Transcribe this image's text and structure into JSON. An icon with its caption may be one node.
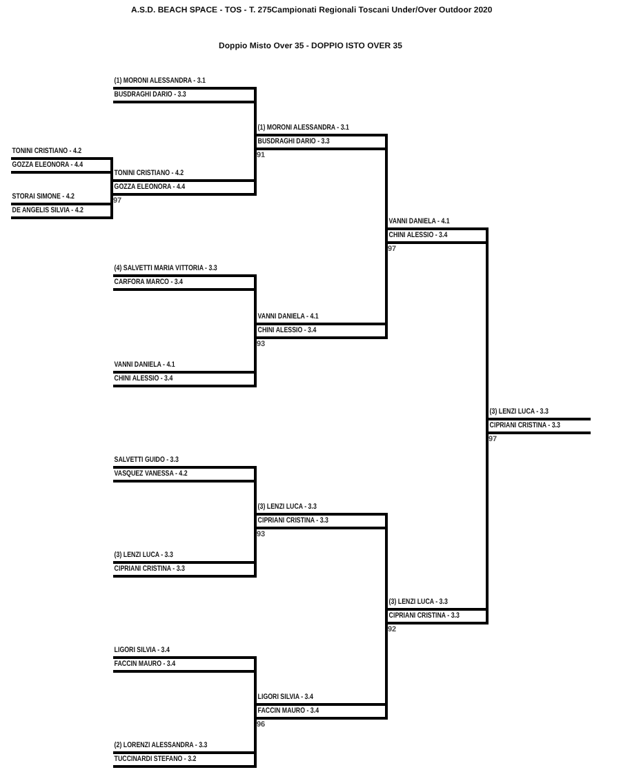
{
  "diagram": {
    "title": "Doppio Misto Over 35 - DOPPIO ISTO OVER 35",
    "nodes": [
      {
        "text": [
          "TONINI CRISTIANO - 4.2",
          "GOZZA ELEONORA - 4.4"
        ]
      },
      {
        "text": [
          "STORAI SIMONE - 4.2",
          "DE ANGELIS SILVIA - 4.2"
        ]
      },
      {
        "text": [
          "(1) MORONI ALESSANDRA - 3.1",
          "BUSDRAGHI DARIO - 3.3"
        ]
      },
      {
        "text": [
          "TONINI CRISTIANO - 4.2",
          "GOZZA ELEONORA - 4.4",
          "97"
        ]
      },
      {
        "text": [
          "(4) SALVETTI MARIA VITTORIA - 3.3",
          "CARFORA MARCO - 3.4"
        ]
      },
      {
        "text": [
          "VANNI DANIELA - 4.1",
          "CHINI ALESSIO - 3.4"
        ]
      },
      {
        "text": [
          "SALVETTI GUIDO - 3.3",
          "VASQUEZ VANESSA - 4.2"
        ]
      },
      {
        "text": [
          "(3) LENZI LUCA - 3.3",
          "CIPRIANI CRISTINA - 3.3"
        ]
      },
      {
        "text": [
          "LIGORI SILVIA - 3.4",
          "FACCIN MAURO - 3.4"
        ]
      },
      {
        "text": [
          "(2) LORENZI ALESSANDRA - 3.3",
          "TUCCINARDI STEFANO - 3.2"
        ]
      },
      {
        "text": [
          "(1) MORONI ALESSANDRA - 3.1",
          "BUSDRAGHI DARIO - 3.3",
          "91"
        ]
      },
      {
        "text": [
          "VANNI DANIELA - 4.1",
          "CHINI ALESSIO - 3.4",
          "93"
        ]
      },
      {
        "text": [
          "(3) LENZI LUCA - 3.3",
          "CIPRIANI CRISTINA - 3.3",
          "93"
        ]
      },
      {
        "text": [
          "LIGORI SILVIA - 3.4",
          "FACCIN MAURO - 3.4",
          "96"
        ]
      },
      {
        "text": [
          "VANNI DANIELA - 4.1",
          "CHINI ALESSIO - 3.4",
          "97"
        ]
      },
      {
        "text": [
          "(3) LENZI LUCA - 3.3",
          "CIPRIANI CRISTINA - 3.3",
          "92"
        ]
      },
      {
        "text": [
          "(3) LENZI LUCA - 3.3",
          "CIPRIANI CRISTINA - 3.3",
          "97"
        ]
      }
    ],
    "edges": [
      {
        "from": 0,
        "to": 3,
        "arrow": "none"
      },
      {
        "from": 1,
        "to": 3,
        "arrow": "none"
      },
      {
        "from": 2,
        "to": 10,
        "arrow": "none"
      },
      {
        "from": 3,
        "to": 10,
        "arrow": "none"
      },
      {
        "from": 4,
        "to": 11,
        "arrow": "none"
      },
      {
        "from": 5,
        "to": 11,
        "arrow": "none"
      },
      {
        "from": 6,
        "to": 12,
        "arrow": "none"
      },
      {
        "from": 7,
        "to": 12,
        "arrow": "none"
      },
      {
        "from": 8,
        "to": 13,
        "arrow": "none"
      },
      {
        "from": 9,
        "to": 13,
        "arrow": "none"
      },
      {
        "from": 10,
        "to": 14,
        "arrow": "none"
      },
      {
        "from": 11,
        "to": 14,
        "arrow": "none"
      },
      {
        "from": 12,
        "to": 15,
        "arrow": "none"
      },
      {
        "from": 13,
        "to": 15,
        "arrow": "none"
      },
      {
        "from": 14,
        "to": 16,
        "arrow": "none"
      },
      {
        "from": 15,
        "to": 16,
        "arrow": "none"
      }
    ],
    "labels": [
      "A.S.D. BEACH SPACE - TOS - T. 275Campionati Regionali Toscani Under/Over Outdoor 2020"
    ]
  }
}
